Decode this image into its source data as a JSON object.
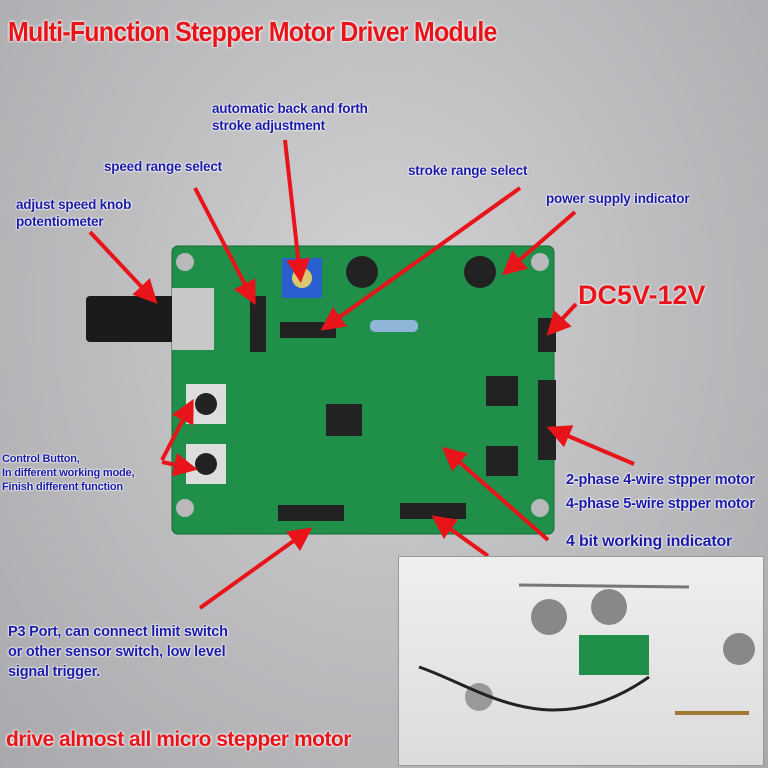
{
  "title": "Multi-Function Stepper Motor Driver Module",
  "labels": {
    "stroke_adjust": [
      "automatic back and forth",
      "stroke adjustment"
    ],
    "speed_range": "speed range select",
    "stroke_range": "stroke range select",
    "power_indicator": "power supply indicator",
    "speed_knob": [
      "adjust speed knob",
      "potentiometer"
    ],
    "voltage": "DC5V-12V",
    "control_button": [
      "Control Button,",
      "In different working mode,",
      "Finish different function"
    ],
    "motor_2phase": "2-phase 4-wire stpper motor",
    "motor_4phase": "4-phase 5-wire stpper motor",
    "working_indicator": "4 bit working indicator",
    "p3_port": [
      "P3 Port, can connect limit switch",
      "or other sensor switch, low level",
      "signal trigger."
    ],
    "bottom": "drive almost all micro stepper motor"
  },
  "colors": {
    "title": "#e8141a",
    "label": "#1a1aa8",
    "arrow": "#e8141a",
    "pcb": "#1f8f4a"
  }
}
